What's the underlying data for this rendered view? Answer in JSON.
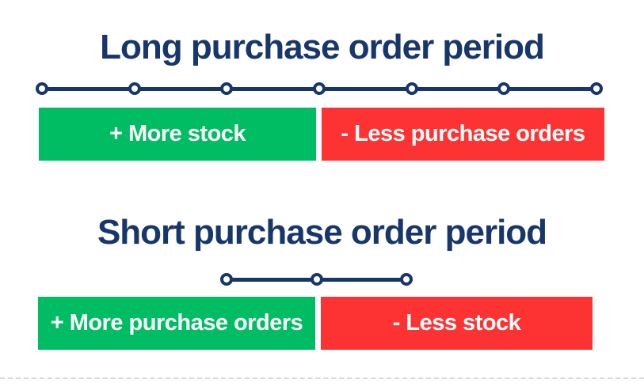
{
  "colors": {
    "navy": "#17366B",
    "green": "#00BC62",
    "red": "#FD3333",
    "label_text": "#FFFFFF",
    "divider": "#D9D9D9"
  },
  "sections": [
    {
      "title": "Long purchase order period",
      "timeline": {
        "nodes": 7
      },
      "boxes": [
        {
          "label": "+ More stock",
          "color": "green"
        },
        {
          "label": "- Less purchase orders",
          "color": "red"
        }
      ]
    },
    {
      "title": "Short purchase order period",
      "timeline": {
        "nodes": 3
      },
      "boxes": [
        {
          "label": "+ More purchase orders",
          "color": "green"
        },
        {
          "label": "- Less stock",
          "color": "red"
        }
      ]
    }
  ]
}
